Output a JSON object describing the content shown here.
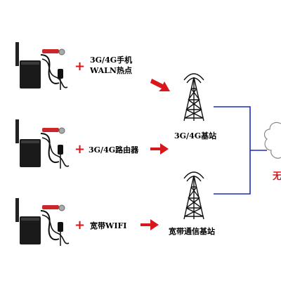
{
  "rows": [
    {
      "plus": "+",
      "label_lines": [
        "3G/4G手机",
        "WALN热点"
      ]
    },
    {
      "plus": "+",
      "label_lines": [
        "3G/4G路由器"
      ]
    },
    {
      "plus": "+",
      "label_lines": [
        "宽带WIFI"
      ]
    }
  ],
  "stations": [
    {
      "label": "3G/4G基站"
    },
    {
      "label": "宽带通信基站"
    }
  ],
  "cloud_label_fragment": "无",
  "colors": {
    "arrow": "#d8171c",
    "plus": "#d8171c",
    "link": "#1a2db8",
    "tower": "#111111",
    "device": "#1a1a1a",
    "cloud_label": "#d8171c"
  }
}
